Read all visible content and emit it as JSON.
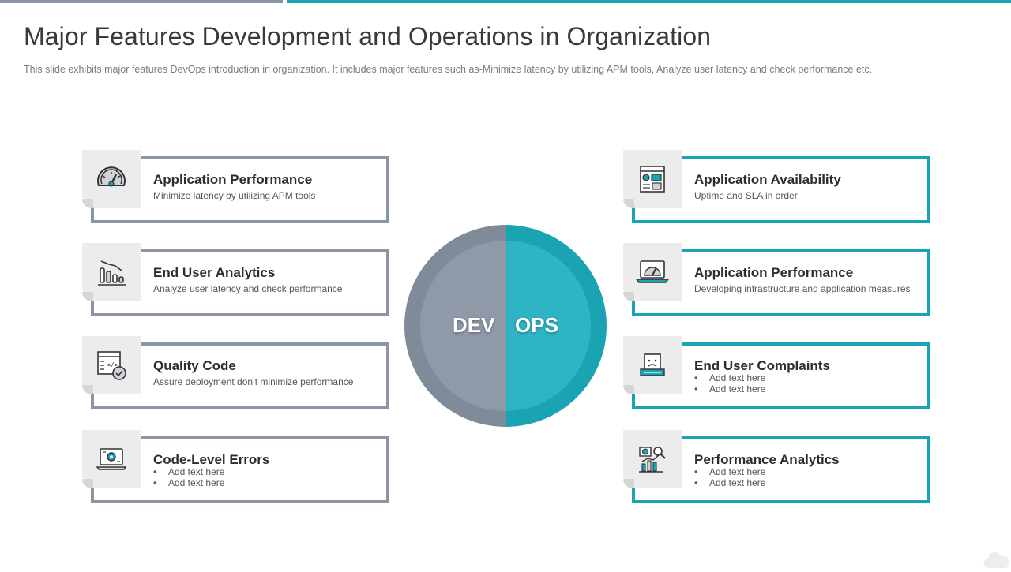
{
  "slide": {
    "title": "Major Features Development and Operations in Organization",
    "subtitle": "This slide exhibits major features DevOps  introduction in organization. It includes major features such as-Minimize latency by utilizing APM tools, Analyze user latency and check performance  etc."
  },
  "center": {
    "left_label": "DEV",
    "right_label": "OPS"
  },
  "colors": {
    "dev": "#8a94a3",
    "ops": "#1aa3b3"
  },
  "dev_cards": [
    {
      "heading": "Application Performance",
      "description": "Minimize latency by utilizing APM  tools",
      "icon": "speedometer-icon"
    },
    {
      "heading": "End User Analytics",
      "description": "Analyze  user latency and check performance",
      "icon": "bar-chart-icon"
    },
    {
      "heading": "Quality Code",
      "description": "Assure deployment don’t minimize performance",
      "icon": "code-check-icon"
    },
    {
      "heading": "Code-Level Errors",
      "bullets": [
        "Add text here",
        "Add text here"
      ],
      "icon": "laptop-gear-icon"
    }
  ],
  "ops_cards": [
    {
      "heading": "Application Availability",
      "description": "Uptime and SLA in order",
      "icon": "dashboard-window-icon"
    },
    {
      "heading": "Application Performance",
      "description": "Developing infrastructure and application measures",
      "icon": "laptop-gauge-icon"
    },
    {
      "heading": "End User Complaints",
      "bullets": [
        "Add text here",
        "Add text here"
      ],
      "icon": "sad-screen-icon"
    },
    {
      "heading": "Performance Analytics",
      "bullets": [
        "Add text here",
        "Add text here"
      ],
      "icon": "analytics-icon"
    }
  ]
}
